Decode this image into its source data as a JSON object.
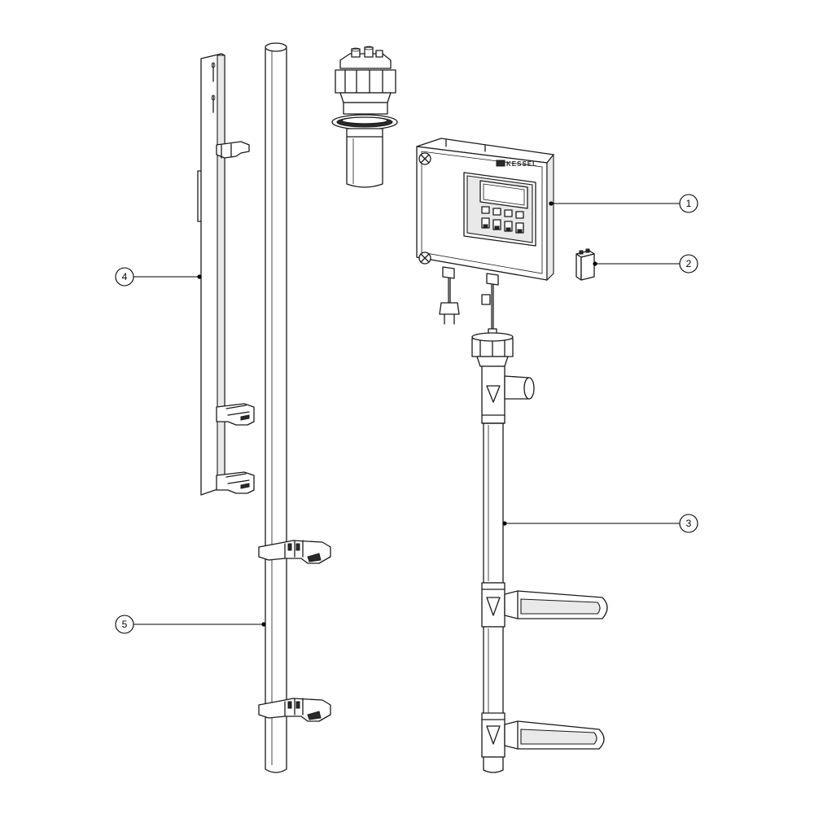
{
  "diagram": {
    "brand_label": "KESSEL",
    "callouts": [
      {
        "id": "1",
        "label": "1"
      },
      {
        "id": "2",
        "label": "2"
      },
      {
        "id": "3",
        "label": "3"
      },
      {
        "id": "4",
        "label": "4"
      },
      {
        "id": "5",
        "label": "5"
      }
    ]
  },
  "colors": {
    "line": "#1a1a1a",
    "background": "#ffffff",
    "shade": "#e9e9e9"
  }
}
